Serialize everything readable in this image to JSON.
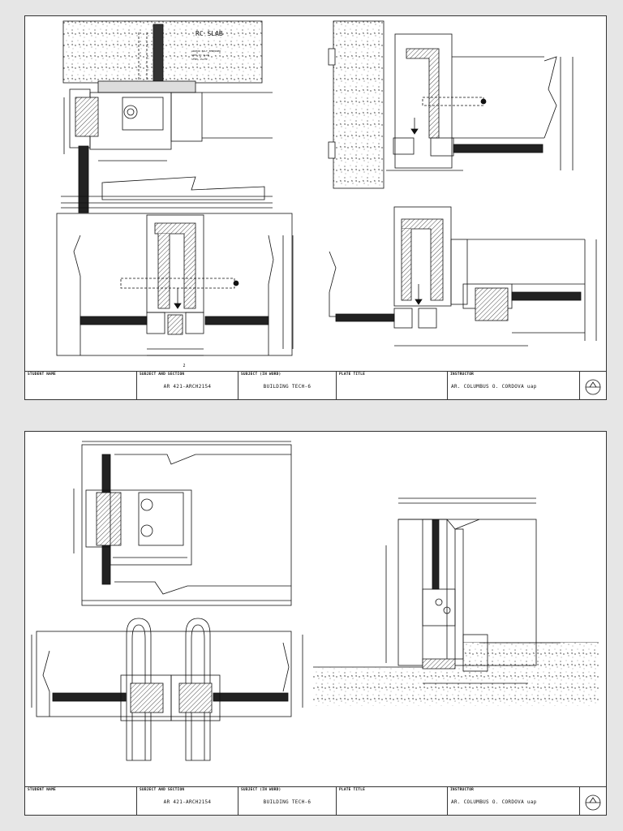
{
  "sheets": [
    {
      "detail_labels": {
        "slab": "RC SLAB",
        "detail_number": "2"
      },
      "title_block": {
        "student_name_label": "STUDENT NAME",
        "subject_section_label": "SUBJECT AND SECTION",
        "subject_section_value": "AR 421-ARCH2154",
        "subject_label": "SUBJECT (IN WORD)",
        "subject_value": "BUILDING TECH-6",
        "plate_title_label": "PLATE TITLE",
        "plate_title_value": "",
        "instructor_label": "INSTRUCTOR",
        "instructor_value": "AR. COLUMBUS O. CORDOVA uap"
      }
    },
    {
      "detail_labels": {
        "slab": "",
        "detail_number": ""
      },
      "title_block": {
        "student_name_label": "STUDENT NAME",
        "subject_section_label": "SUBJECT AND SECTION",
        "subject_section_value": "AR 421-ARCH2154",
        "subject_label": "SUBJECT (IN WORD)",
        "subject_value": "BUILDING TECH-6",
        "plate_title_label": "PLATE TITLE",
        "plate_title_value": "",
        "instructor_label": "INSTRUCTOR",
        "instructor_value": "AR. COLUMBUS O. CORDOVA uap"
      }
    }
  ]
}
